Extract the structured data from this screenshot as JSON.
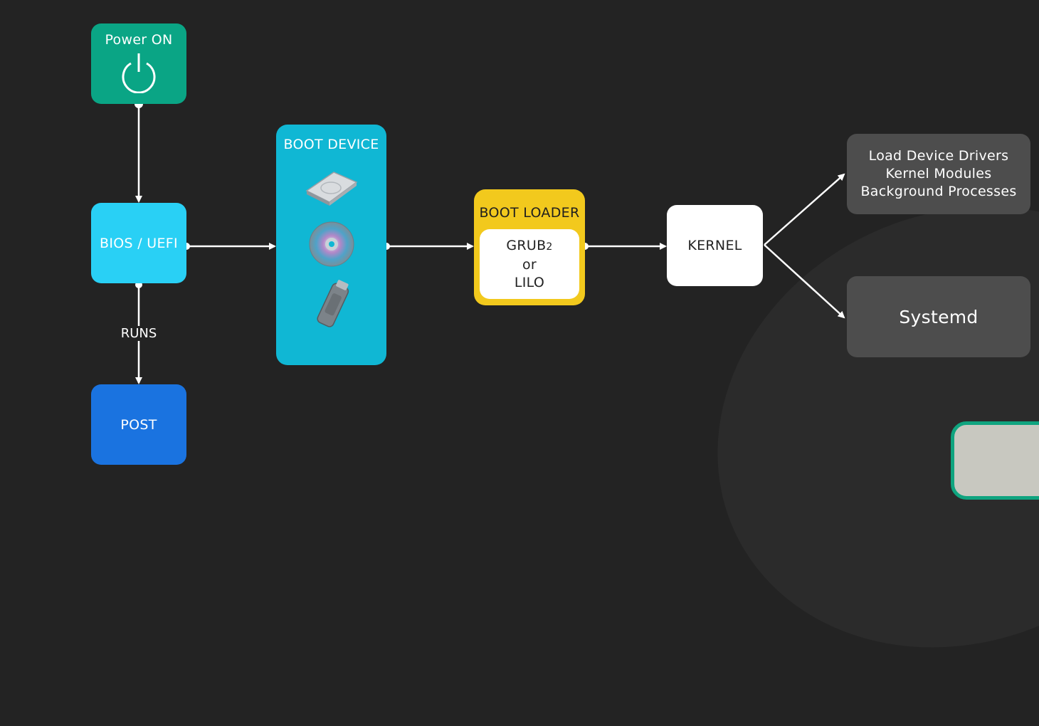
{
  "power": {
    "label": "Power ON",
    "icon": "power-icon"
  },
  "bios": {
    "label": "BIOS / UEFI"
  },
  "runs_label": "RUNS",
  "post": {
    "label": "POST"
  },
  "boot_device": {
    "label": "BOOT DEVICE",
    "icons": [
      "hard-drive-icon",
      "optical-disc-icon",
      "usb-drive-icon"
    ]
  },
  "boot_loader": {
    "label": "BOOT LOADER",
    "line1": "GRUB",
    "line1_sub": "2",
    "line2": "or",
    "line3": "LILO"
  },
  "kernel": {
    "label": "KERNEL"
  },
  "outputs": {
    "drivers_line1": "Load Device Drivers",
    "drivers_line2": "Kernel Modules",
    "drivers_line3": "Background Processes",
    "systemd": "Systemd"
  },
  "colors": {
    "background": "#232323",
    "power": "#0aa585",
    "bios": "#29d0f5",
    "post": "#1a73e0",
    "boot_device": "#10b7d4",
    "boot_loader": "#f2c91d",
    "kernel": "#ffffff",
    "output_boxes": "#4d4d4d"
  }
}
